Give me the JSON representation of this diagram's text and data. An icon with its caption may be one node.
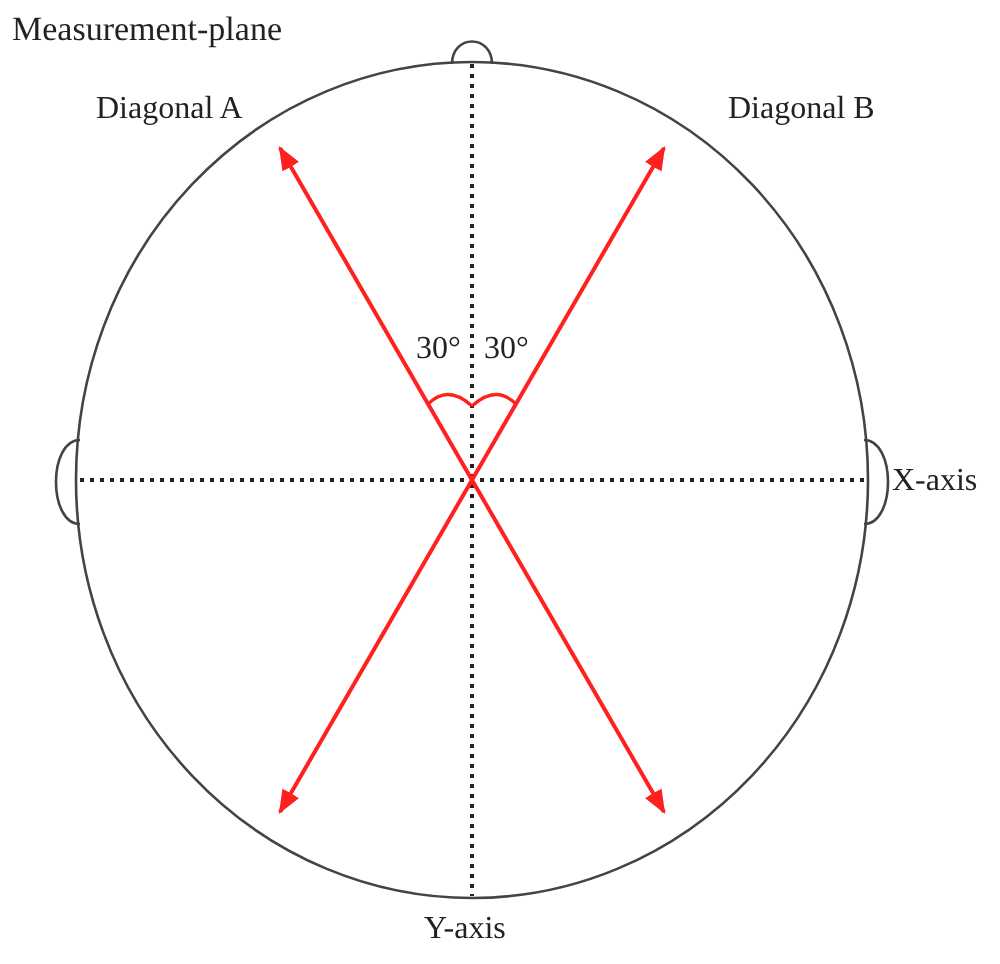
{
  "diagram": {
    "labels": [
      "Measurement-plane",
      "Diagonal A",
      "Diagonal B",
      "30°",
      "30°",
      "X-axis",
      "Y-axis"
    ]
  }
}
